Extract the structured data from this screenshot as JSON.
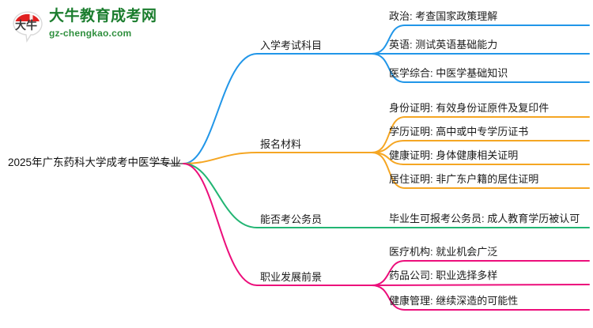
{
  "logo": {
    "mark_text": "大牛",
    "title": "大牛教育成考网",
    "domain": "gz-chengkao.com",
    "title_color": "#1b7d2e",
    "domain_color": "#2f8f3e",
    "mark_arc_color": "#e02020"
  },
  "mindmap": {
    "root": {
      "label": "2025年广东药科大学成考中医学专业"
    },
    "branches": [
      {
        "label": "入学考试科目",
        "color": "#2196E8",
        "children": [
          {
            "label": "政治: 考查国家政策理解"
          },
          {
            "label": "英语: 测试英语基础能力"
          },
          {
            "label": "医学综合: 中医学基础知识"
          }
        ]
      },
      {
        "label": "报名材料",
        "color": "#F5A623",
        "children": [
          {
            "label": "身份证明: 有效身份证原件及复印件"
          },
          {
            "label": "学历证明: 高中或中专学历证书"
          },
          {
            "label": "健康证明: 身体健康相关证明"
          },
          {
            "label": "居住证明: 非广东户籍的居住证明"
          }
        ]
      },
      {
        "label": "能否考公务员",
        "color": "#22B573",
        "children": [
          {
            "label": "毕业生可报考公务员: 成人教育学历被认可"
          }
        ]
      },
      {
        "label": "职业发展前景",
        "color": "#EC0E7B",
        "children": [
          {
            "label": "医疗机构: 就业机会广泛"
          },
          {
            "label": "药品公司: 职业选择多样"
          },
          {
            "label": "健康管理: 继续深造的可能性"
          }
        ]
      }
    ]
  }
}
